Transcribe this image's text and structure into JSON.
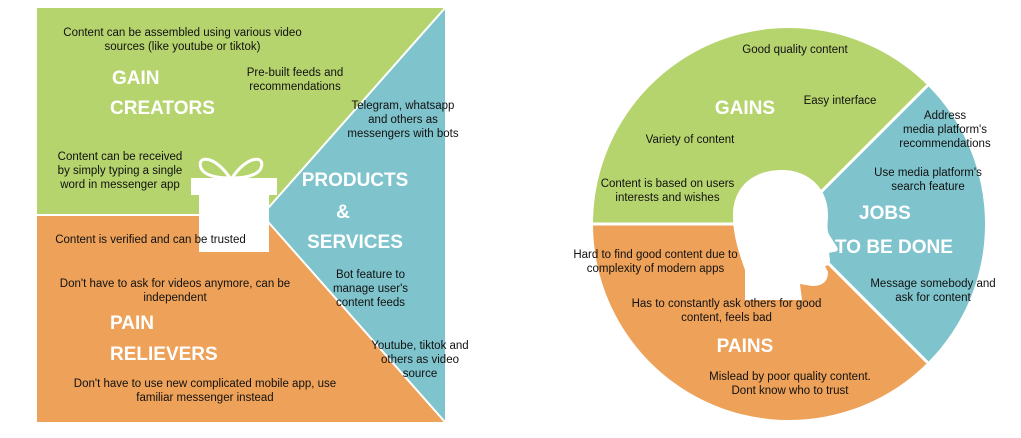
{
  "colors": {
    "green": "#b6d46e",
    "blue": "#7fc3cc",
    "orange": "#eda159",
    "white": "#ffffff"
  },
  "value_map": {
    "headings": {
      "gain_creators": [
        "GAIN",
        "CREATORS"
      ],
      "products_services": [
        "PRODUCTS",
        "&",
        "SERVICES"
      ],
      "pain_relievers": [
        "PAIN",
        "RELIEVERS"
      ]
    },
    "gain_creators": [
      "Content can be assembled using various video|sources (like youtube or tiktok)",
      "Pre-built feeds and|recommendations",
      "Content can be received|by simply typing a single|word in messenger app"
    ],
    "products_services": [
      "Telegram, whatsapp|and others as|messengers with bots",
      "Bot feature to|manage user's|content feeds",
      "Youtube, tiktok and|others as video|source"
    ],
    "pain_relievers": [
      "Content is verified and can be trusted",
      "Don't have to ask for videos anymore, can be|independent",
      "Don't have to use new complicated mobile app, use|familiar messenger instead"
    ],
    "icon": "gift-icon"
  },
  "customer_profile": {
    "headings": {
      "gains": "GAINS",
      "jobs": [
        "JOBS",
        "TO BE DONE"
      ],
      "pains": "PAINS"
    },
    "gains": [
      "Good quality content",
      "Easy interface",
      "Variety of content",
      "Content is based on users|interests and wishes"
    ],
    "jobs": [
      "Address|media platform's|recommendations",
      "Use media platform's|search feature",
      "Message somebody and|ask for content"
    ],
    "pains": [
      "Hard to find good content due to|complexity of modern apps",
      "Has to constantly ask others for good|content, feels bad",
      "Mislead by poor quality content.|Dont know who to trust"
    ],
    "icon": "head-silhouette-icon"
  }
}
